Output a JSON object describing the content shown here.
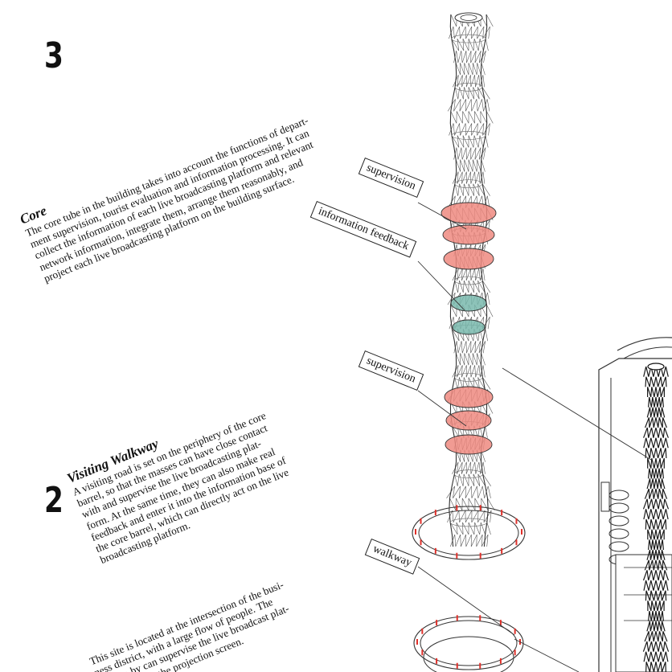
{
  "numbers": {
    "three": "3",
    "two": "2"
  },
  "core": {
    "heading": "Core",
    "lines": [
      "The core tube in the building takes into account the functions of depart-",
      "ment supervision, tourist evaluation and information processing. It can",
      "collect the information of each live broadcasting platform and relevant",
      "network information, integrate them, arrange them reasonably, and",
      "project each live broadcasting platform on the building surface."
    ]
  },
  "walkway_text": {
    "heading": "Visiting Walkway",
    "lines": [
      "A visiting road is set on the periphery of the core",
      "barrel, so that the masses can have close contact",
      "with and supervise the live broadcasting plat-",
      "form. At the same time, they can also make real",
      "feedback and enter it into the information base of",
      "the core barrel, which can directly act on the live",
      "broadcasting platform."
    ]
  },
  "site_text": {
    "lines": [
      "This site is located at the intersection of the busi-",
      "ness district, with a large flow of people. The",
      "passers-by can supervise the live broadcast plat-",
      "form through the projection screen."
    ]
  },
  "labels": {
    "supervision_top": "supervision",
    "info_feedback": "information feedback",
    "supervision_mid": "supervision",
    "walkway": "walkway"
  },
  "colors": {
    "supervision_fill": "#ef8a80",
    "feedback_fill": "#79b8ad",
    "marker": "#e0302a",
    "line": "#333333"
  }
}
